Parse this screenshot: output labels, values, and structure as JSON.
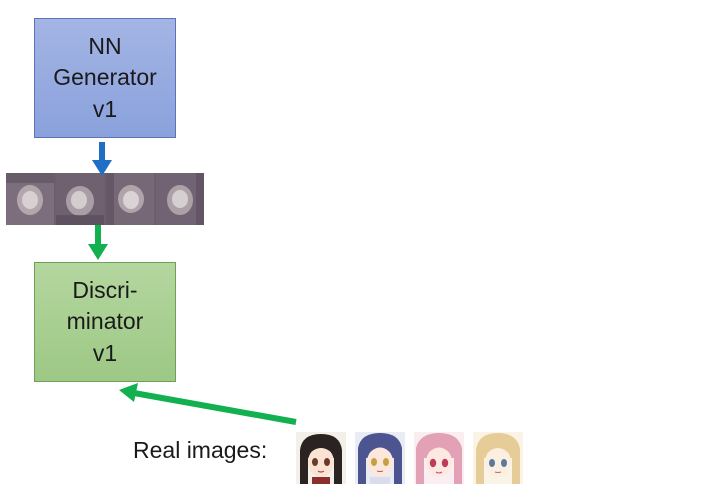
{
  "generator": {
    "lines": [
      "NN",
      "Generator",
      "v1"
    ],
    "color": "#8ea3dc",
    "arrow_color": "#1f6fc6"
  },
  "generated_images": {
    "count": 4
  },
  "discriminator": {
    "lines": [
      "Discri-",
      "minator",
      "v1"
    ],
    "color": "#a6cc8f",
    "arrow_color": "#12b04f"
  },
  "real_images": {
    "label": "Real images:",
    "items": [
      {
        "name": "anime-face-black-hair",
        "hair": "#2a2322"
      },
      {
        "name": "anime-face-blue-hair",
        "hair": "#4d5590"
      },
      {
        "name": "anime-face-pink-hair",
        "hair": "#e3a1b6"
      },
      {
        "name": "anime-face-blonde-hair",
        "hair": "#e6cd98"
      }
    ]
  }
}
